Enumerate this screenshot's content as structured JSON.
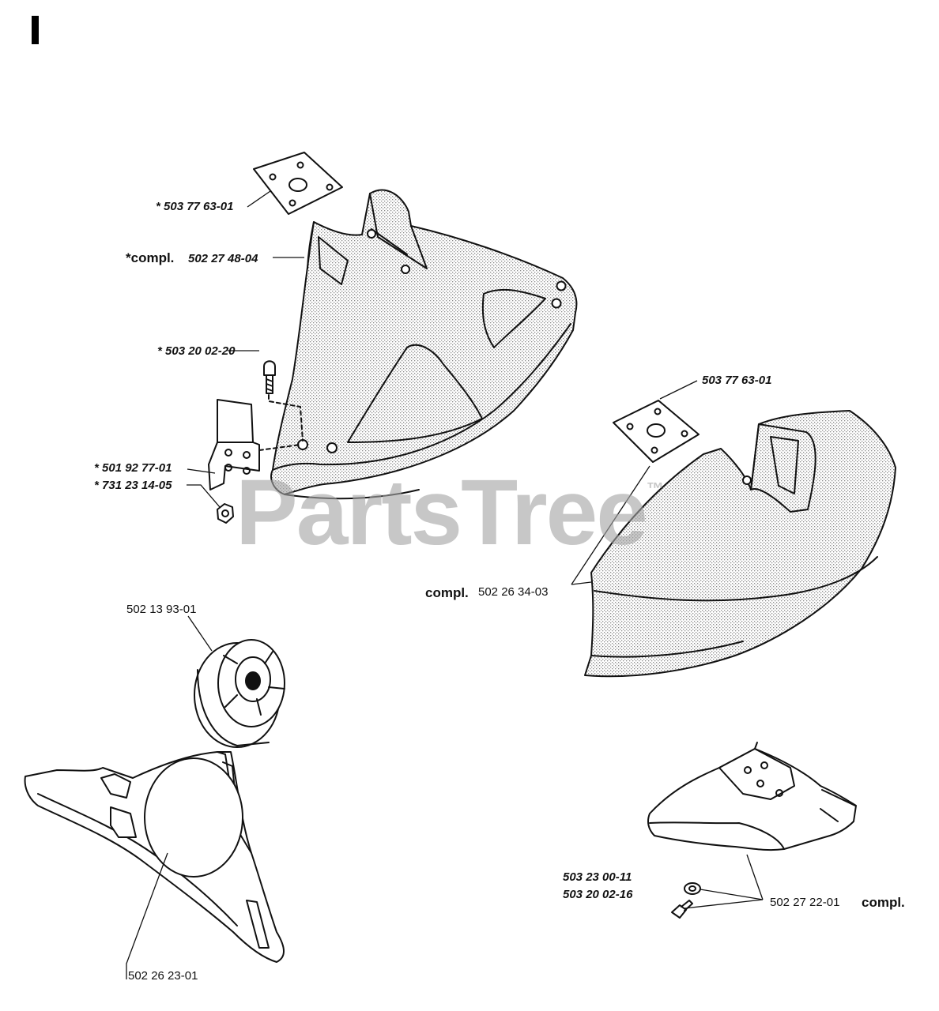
{
  "section": {
    "letter": "I"
  },
  "watermark": {
    "text": "PartsTree",
    "mark": "™"
  },
  "labels": {
    "pn_50377_a": "* 503 77 63-01",
    "compl_star": "*compl.",
    "pn_50227_48": "502 27 48-04",
    "pn_50320_a": "* 503 20 02-20",
    "pn_50192": "* 501 92 77-01",
    "pn_73123": "* 731 23 14-05",
    "pn_50377_b": "503 77 63-01",
    "compl_a": "compl.",
    "pn_50226_34": "502 26 34-03",
    "pn_50213": "502 13 93-01",
    "pn_50226_23": "502 26 23-01",
    "pn_50323": "503 23 00-11",
    "pn_50320_b": "503 20 02-16",
    "pn_50227_22": "502 27 22-01",
    "compl_b": "compl."
  },
  "colors": {
    "ink": "#111111",
    "paper": "#ffffff",
    "stipple": "#bdbdbd",
    "watermark": "#a5a5a5"
  }
}
